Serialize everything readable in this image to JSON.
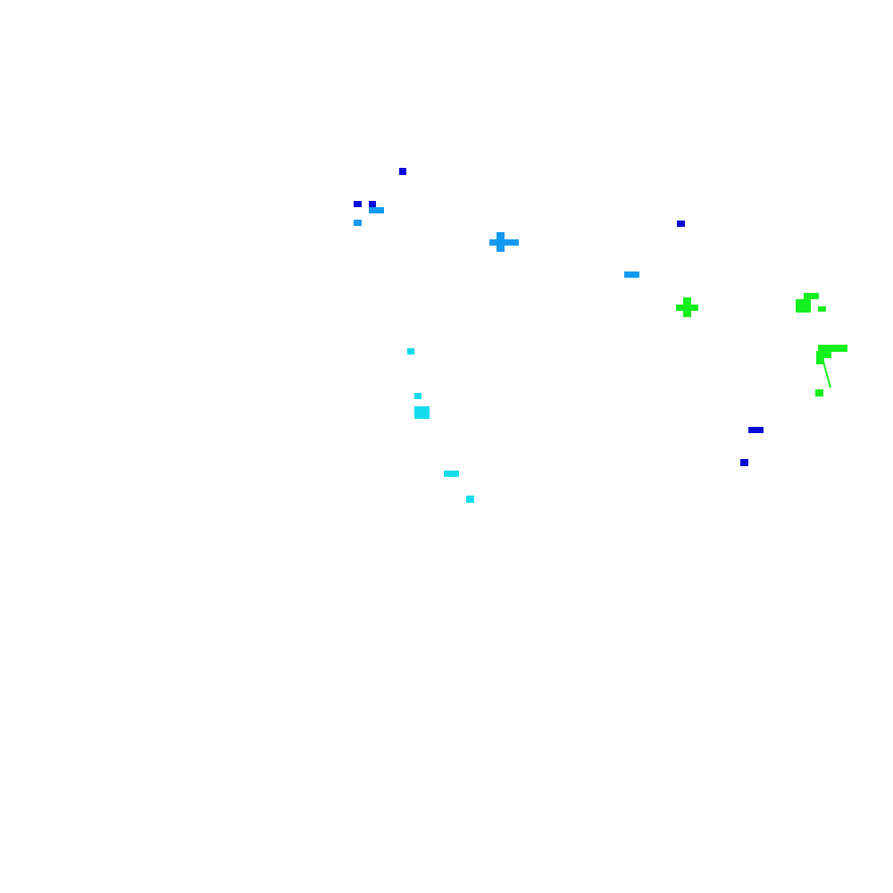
{
  "palette": {
    "background": "#ffffff",
    "blue": "#0a0ad8",
    "sky": "#1499f0",
    "cyan": "#14dcec",
    "green": "#14f01e"
  },
  "groups": [
    {
      "name": "blue-fragments",
      "color_key": "blue"
    },
    {
      "name": "sky-fragments",
      "color_key": "sky"
    },
    {
      "name": "cyan-fragments",
      "color_key": "cyan"
    },
    {
      "name": "green-fragments",
      "color_key": "green"
    }
  ]
}
